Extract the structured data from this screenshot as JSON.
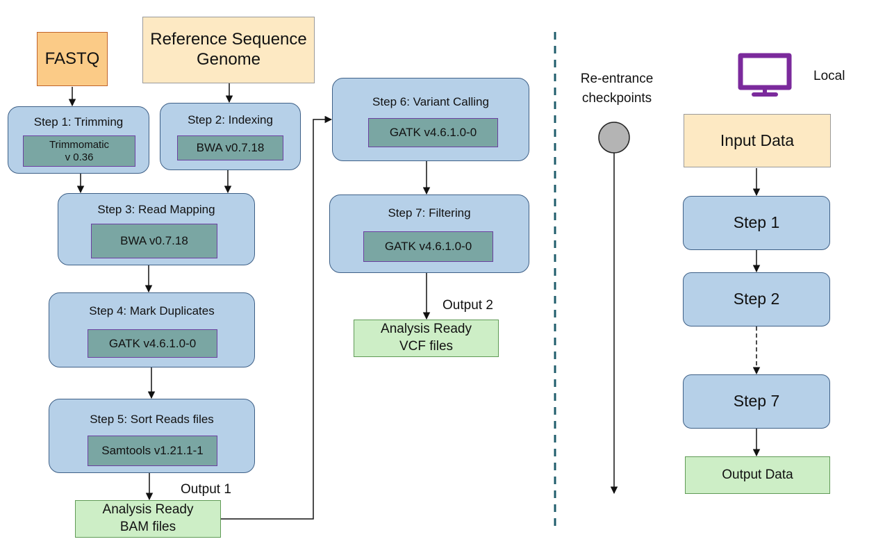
{
  "pipeline": {
    "fastq": "FASTQ",
    "reference": [
      "Reference Sequence",
      "Genome"
    ],
    "step1": {
      "title": "Step 1: Trimming",
      "tool": [
        "Trimmomatic",
        "v 0.36"
      ]
    },
    "step2": {
      "title": "Step 2: Indexing",
      "tool": "BWA v0.7.18"
    },
    "step3": {
      "title": "Step 3: Read Mapping",
      "tool": "BWA v0.7.18"
    },
    "step4": {
      "title": "Step 4: Mark Duplicates",
      "tool": "GATK v4.6.1.0-0"
    },
    "step5": {
      "title": "Step 5: Sort Reads files",
      "tool": "Samtools v1.21.1-1"
    },
    "step6": {
      "title": "Step 6: Variant Calling",
      "tool": "GATK v4.6.1.0-0"
    },
    "step7": {
      "title": "Step 7: Filtering",
      "tool": "GATK v4.6.1.0-0"
    },
    "output1": {
      "label": "Output 1",
      "box": [
        "Analysis Ready",
        "BAM files"
      ]
    },
    "output2": {
      "label": "Output 2",
      "box": [
        "Analysis Ready",
        "VCF files"
      ]
    }
  },
  "legend": {
    "checkpoint_label": [
      "Re-entrance",
      "checkpoints"
    ],
    "local_label": "Local",
    "icon": "monitor-icon",
    "input": "Input Data",
    "steps": [
      "Step 1",
      "Step 2",
      "Step 7"
    ],
    "output": "Output Data"
  },
  "colors": {
    "step_fill": "#b6d0e8",
    "step_border": "#3d5f86",
    "tool_fill": "#7aa6a3",
    "tool_border": "#6a3fa0",
    "input_fill": "#fde9c3",
    "fastq_fill": "#fbcb87",
    "fastq_border": "#c0632a",
    "output_fill": "#cdeec6",
    "divider": "#1f5c6b",
    "monitor": "#7b2a9c",
    "checkpoint": "#b4b4b4"
  }
}
